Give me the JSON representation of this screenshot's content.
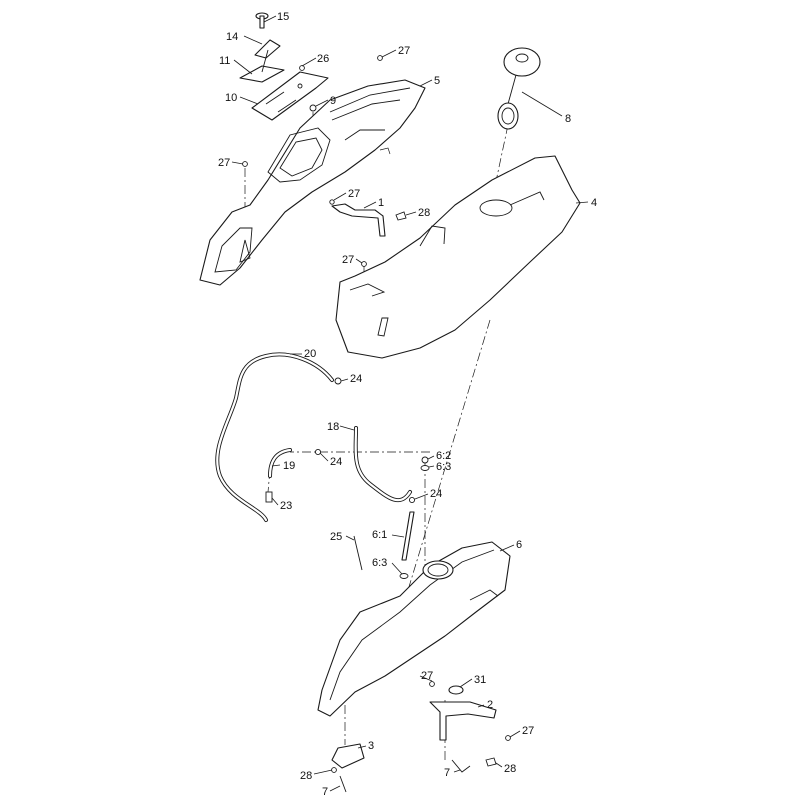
{
  "diagram": {
    "callouts": [
      {
        "id": "c15",
        "text": "15"
      },
      {
        "id": "c14",
        "text": "14"
      },
      {
        "id": "c26",
        "text": "26"
      },
      {
        "id": "c27a",
        "text": "27"
      },
      {
        "id": "c11",
        "text": "11"
      },
      {
        "id": "c5",
        "text": "5"
      },
      {
        "id": "c10",
        "text": "10"
      },
      {
        "id": "c9",
        "text": "9"
      },
      {
        "id": "c8",
        "text": "8"
      },
      {
        "id": "c27b",
        "text": "27"
      },
      {
        "id": "c27c",
        "text": "27"
      },
      {
        "id": "c1",
        "text": "1"
      },
      {
        "id": "c4",
        "text": "4"
      },
      {
        "id": "c28a",
        "text": "28"
      },
      {
        "id": "c27d",
        "text": "27"
      },
      {
        "id": "c20",
        "text": "20"
      },
      {
        "id": "c24a",
        "text": "24"
      },
      {
        "id": "c18",
        "text": "18"
      },
      {
        "id": "c62",
        "text": "6:2"
      },
      {
        "id": "c24b",
        "text": "24"
      },
      {
        "id": "c63a",
        "text": "6:3"
      },
      {
        "id": "c19",
        "text": "19"
      },
      {
        "id": "c24c",
        "text": "24"
      },
      {
        "id": "c23",
        "text": "23"
      },
      {
        "id": "c6",
        "text": "6"
      },
      {
        "id": "c25",
        "text": "25"
      },
      {
        "id": "c61",
        "text": "6:1"
      },
      {
        "id": "c63b",
        "text": "6:3"
      },
      {
        "id": "c27e",
        "text": "27"
      },
      {
        "id": "c31",
        "text": "31"
      },
      {
        "id": "c2",
        "text": "2"
      },
      {
        "id": "c27f",
        "text": "27"
      },
      {
        "id": "c3",
        "text": "3"
      },
      {
        "id": "c28b",
        "text": "28"
      },
      {
        "id": "c7a",
        "text": "7"
      },
      {
        "id": "c28c",
        "text": "28"
      },
      {
        "id": "c7b",
        "text": "7"
      }
    ]
  }
}
